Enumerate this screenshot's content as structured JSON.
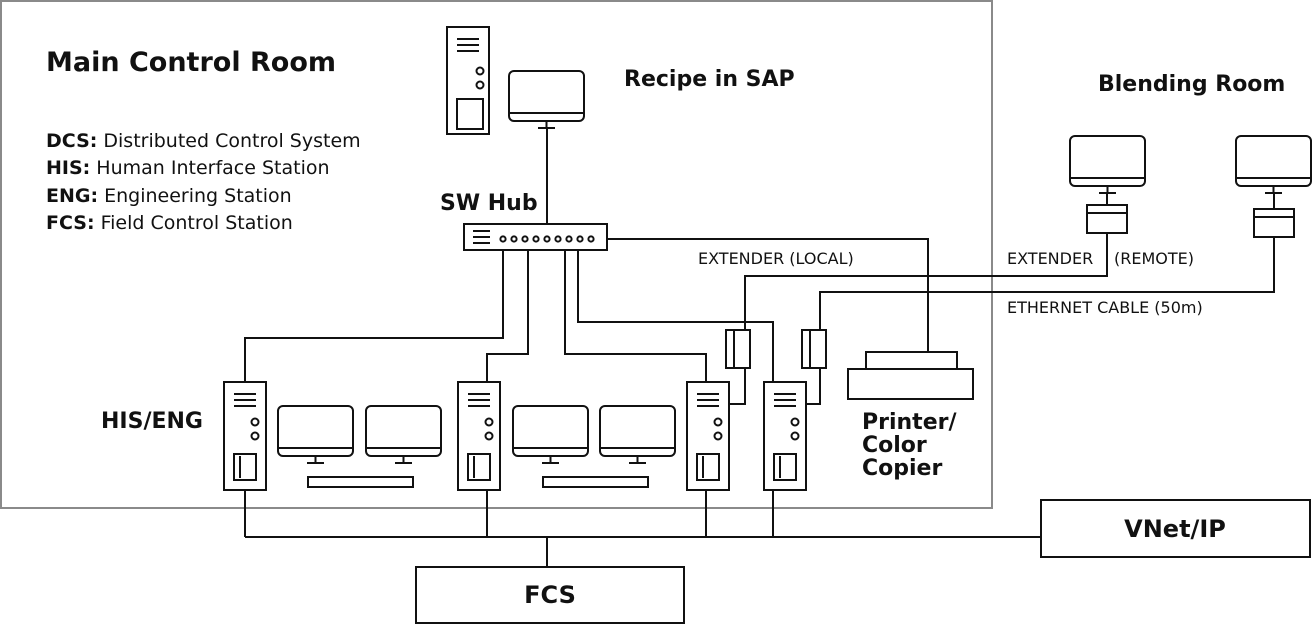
{
  "main_room": {
    "title": "Main Control Room",
    "legend": [
      {
        "abbr": "DCS:",
        "text": " Distributed Control System"
      },
      {
        "abbr": "HIS:",
        "text": " Human Interface Station"
      },
      {
        "abbr": "ENG:",
        "text": " Engineering Station"
      },
      {
        "abbr": "FCS:",
        "text": " Field Control Station"
      }
    ],
    "recipe_label": "Recipe in SAP",
    "hub_label": "SW Hub",
    "his_eng_label": "HIS/ENG",
    "printer_label": [
      "Printer/",
      "Color",
      "Copier"
    ]
  },
  "blending_room": {
    "title": "Blending Room"
  },
  "links": {
    "extender_local": "EXTENDER (LOCAL)",
    "extender_remote_a": "EXTENDER",
    "extender_remote_b": "(REMOTE)",
    "ethernet": "ETHERNET CABLE (50m)"
  },
  "vnet_label": "VNet/IP",
  "fcs_label": "FCS"
}
